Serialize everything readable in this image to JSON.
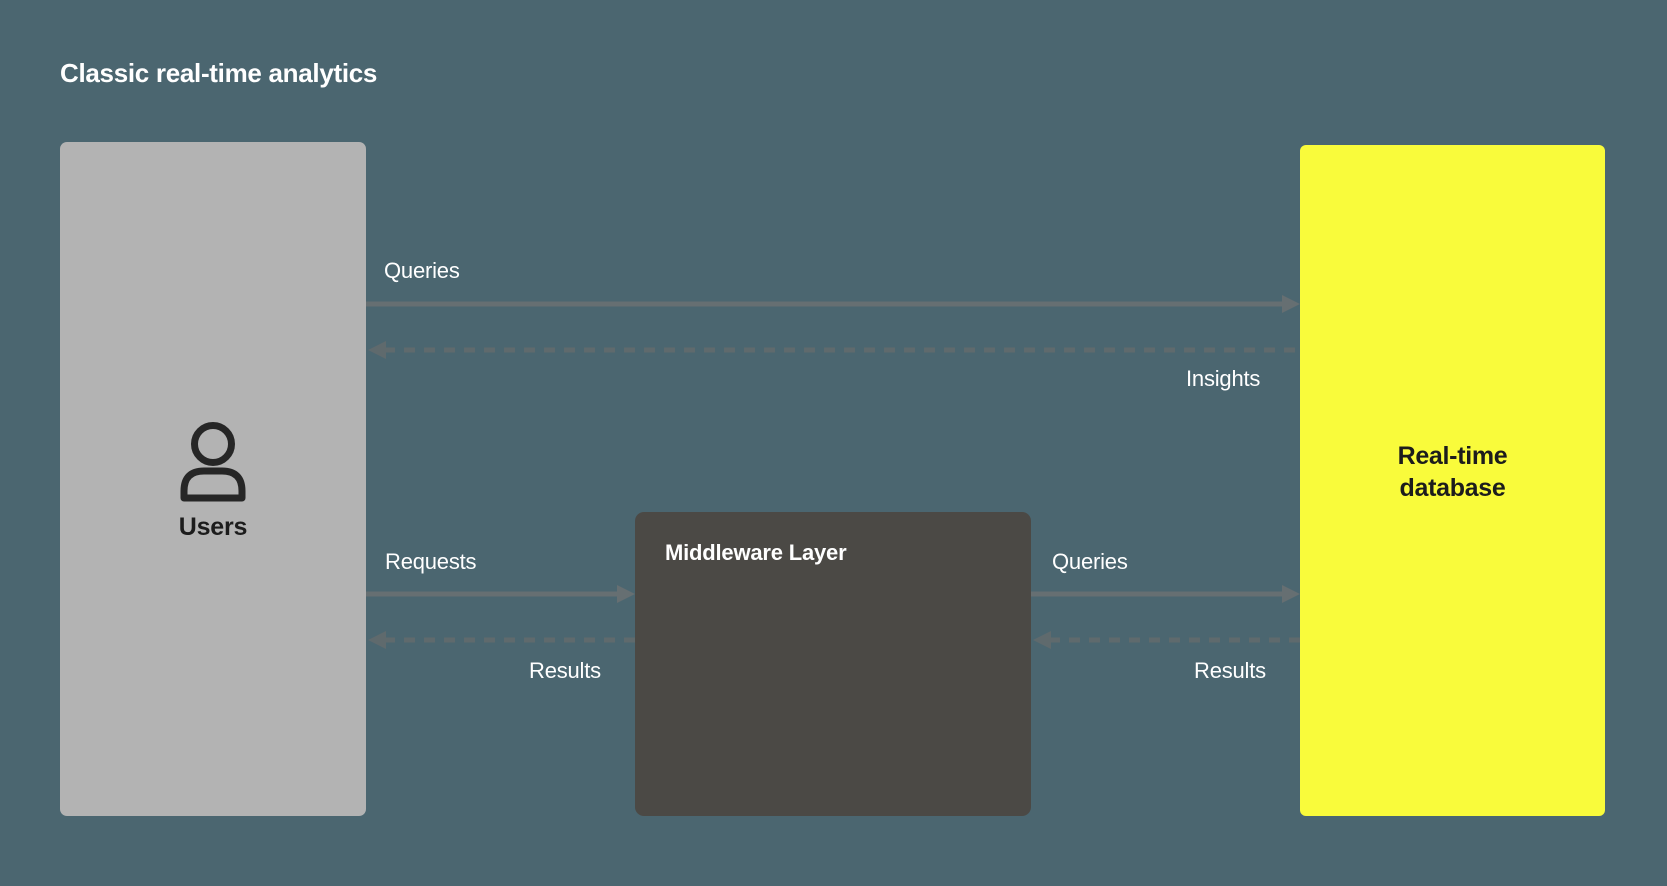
{
  "diagram": {
    "title": "Classic real-time analytics",
    "background_color": "#4b6670",
    "nodes": {
      "users": {
        "label": "Users",
        "icon": "user-icon",
        "fill_color": "#b3b3b3",
        "text_color": "#1c1c1c"
      },
      "middleware": {
        "label": "Middleware Layer",
        "fill_color": "#4b4945",
        "text_color": "#ffffff"
      },
      "database": {
        "label": "Real-time\ndatabase",
        "fill_color": "#f9fb3b",
        "text_color": "#1c1c1c"
      }
    },
    "edges": [
      {
        "id": "queries-top",
        "label": "Queries",
        "from": "users",
        "to": "database",
        "style": "solid",
        "direction": "right"
      },
      {
        "id": "insights",
        "label": "Insights",
        "from": "database",
        "to": "users",
        "style": "dashed",
        "direction": "left"
      },
      {
        "id": "requests",
        "label": "Requests",
        "from": "users",
        "to": "middleware",
        "style": "solid",
        "direction": "right"
      },
      {
        "id": "results-left",
        "label": "Results",
        "from": "middleware",
        "to": "users",
        "style": "dashed",
        "direction": "left"
      },
      {
        "id": "queries-right",
        "label": "Queries",
        "from": "middleware",
        "to": "database",
        "style": "solid",
        "direction": "right"
      },
      {
        "id": "results-right",
        "label": "Results",
        "from": "database",
        "to": "middleware",
        "style": "dashed",
        "direction": "left"
      }
    ],
    "edge_color": "#666f72",
    "edge_color_dashed": "#5f6a6d"
  }
}
